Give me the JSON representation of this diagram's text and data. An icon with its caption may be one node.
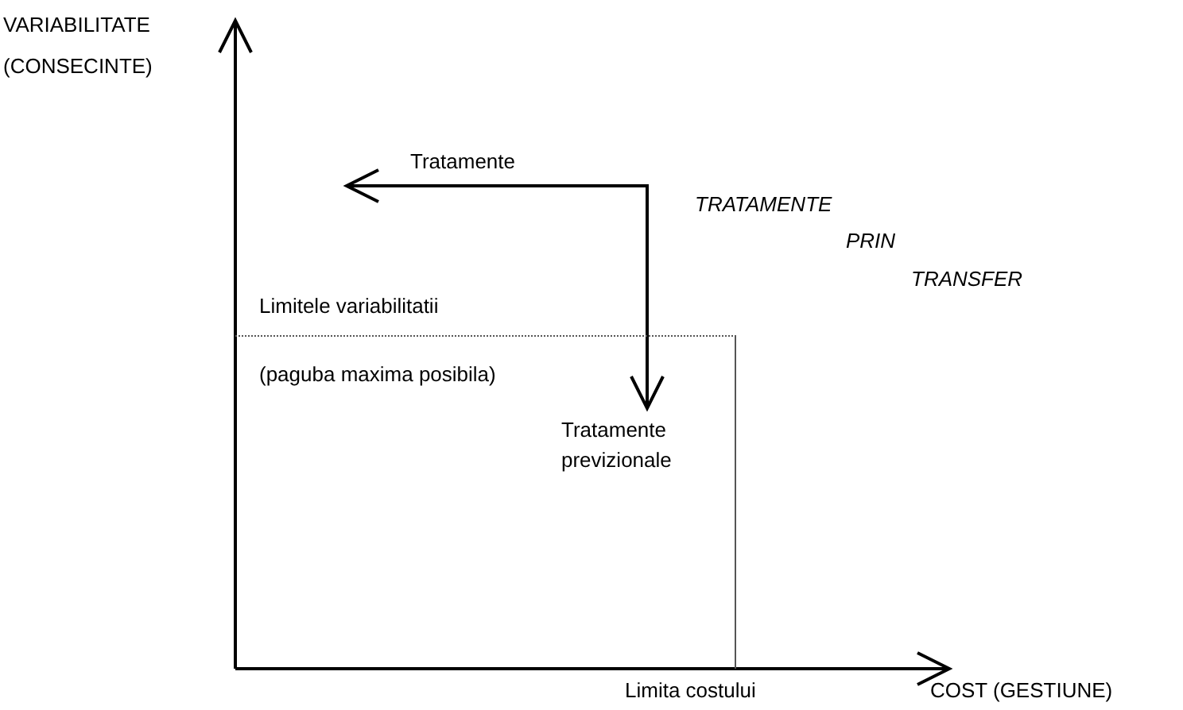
{
  "diagram": {
    "nodes": [
      {
        "text": [
          "Tratamente"
        ]
      },
      {
        "text": [
          "Limitele variabilitatii",
          "(paguba maxima posibila)"
        ]
      },
      {
        "text": [
          "Tratamente previzionale"
        ],
        "in": 1
      }
    ],
    "edges": [
      {
        "from": 0,
        "to": 2,
        "arrow": "both"
      }
    ],
    "labels": [
      "VARIABILITATE (CONSECINTE)",
      "TRATAMENTE",
      "PRIN",
      "TRANSFER",
      "Limita costului",
      "COST (GESTIUNE)"
    ]
  }
}
